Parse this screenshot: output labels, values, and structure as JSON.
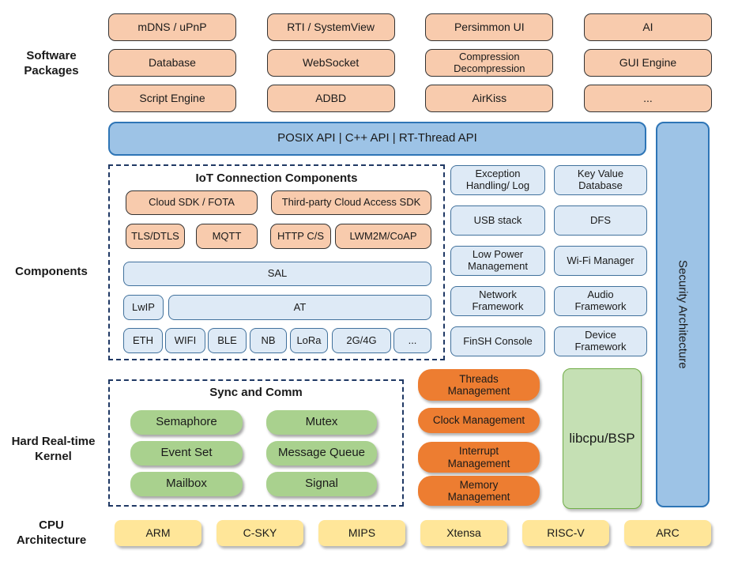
{
  "palette": {
    "package_fill": "#F8CBAD",
    "api_bar_fill": "#9DC3E6",
    "api_bar_border": "#2E75B6",
    "component_fill": "#DEEAF6",
    "component_border": "#41719C",
    "dashed_border": "#1F3864",
    "sync_fill": "#A9D18E",
    "mgmt_fill": "#ED7D31",
    "libcpu_fill": "#C5E0B4",
    "cpu_fill": "#FFE699"
  },
  "side_labels": {
    "software": "Software\nPackages",
    "components": "Components",
    "kernel": "Hard Real-time\nKernel",
    "cpu": "CPU\nArchitecture"
  },
  "packages": [
    "mDNS / uPnP",
    "RTI / SystemView",
    "Persimmon UI",
    "AI",
    "Database",
    "WebSocket",
    "Compression\nDecompression",
    "GUI Engine",
    "Script Engine",
    "ADBD",
    "AirKiss",
    "..."
  ],
  "api_bar": "POSIX API | C++ API | RT-Thread API",
  "security_bar": "Security Architecture",
  "iot": {
    "title": "IoT Connection Components",
    "cloud_row": [
      "Cloud SDK / FOTA",
      "Third-party Cloud Access SDK"
    ],
    "protocol_row": [
      "TLS/DTLS",
      "MQTT",
      "HTTP C/S",
      "LWM2M/CoAP"
    ],
    "sal": "SAL",
    "lwip": "LwIP",
    "at": "AT",
    "links": [
      "ETH",
      "WIFI",
      "BLE",
      "NB",
      "LoRa",
      "2G/4G",
      "..."
    ]
  },
  "frameworks": [
    "Exception\nHandling/ Log",
    "Key Value\nDatabase",
    "USB stack",
    "DFS",
    "Low Power\nManagement",
    "Wi-Fi Manager",
    "Network\nFramework",
    "Audio\nFramework",
    "FinSH Console",
    "Device\nFramework"
  ],
  "kernel": {
    "sync_title": "Sync and Comm",
    "sync_items": [
      "Semaphore",
      "Mutex",
      "Event Set",
      "Message Queue",
      "Mailbox",
      "Signal"
    ],
    "mgmt_items": [
      "Threads\nManagement",
      "Clock Management",
      "Interrupt\nManagement",
      "Memory\nManagement"
    ],
    "libcpu": "libcpu/BSP"
  },
  "cpu_archs": [
    "ARM",
    "C-SKY",
    "MIPS",
    "Xtensa",
    "RISC-V",
    "ARC"
  ]
}
